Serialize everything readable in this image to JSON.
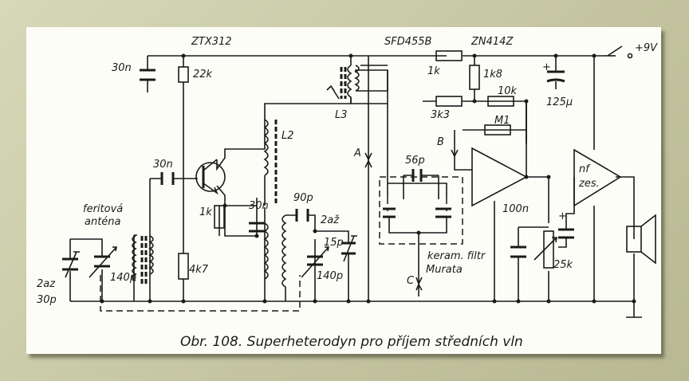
{
  "labels": {
    "transistor": "ZTX312",
    "filter_part": "SFD455B",
    "ic": "ZN414Z",
    "supply": "+9V",
    "c_30n_top": "30n",
    "r_22k": "22k",
    "r_1k_top": "1k",
    "r_1k8": "1k8",
    "c_125u_plus": "+",
    "c_125u": "125μ",
    "l3": "L3",
    "r_3k3": "3k3",
    "r_10k": "10k",
    "l2": "L2",
    "r_m1": "M1",
    "c_56p": "56p",
    "point_a": "A",
    "point_b": "B",
    "point_c": "C",
    "c_30n_base": "30n",
    "r_1k_emit": "1k",
    "c_30n_emit": "30n",
    "c_90p": "90p",
    "antenna_1": "feritová",
    "antenna_2": "anténa",
    "trim_2az_a": "2až",
    "trim_15p": "15p",
    "var_140p_osc": "140p",
    "var_140p_ant": "140p",
    "trim_2az_b": "2az",
    "trim_30p": "30p",
    "r_4k7": "4k7",
    "c_100n": "100n",
    "c_amp_plus": "+",
    "pot_25k": "25k",
    "nf_1": "nf",
    "nf_2": "zes.",
    "filter_1": "keram. filtr",
    "filter_2": "Murata"
  },
  "caption": "Obr. 108. Superheterodyn pro příjem středních vln"
}
